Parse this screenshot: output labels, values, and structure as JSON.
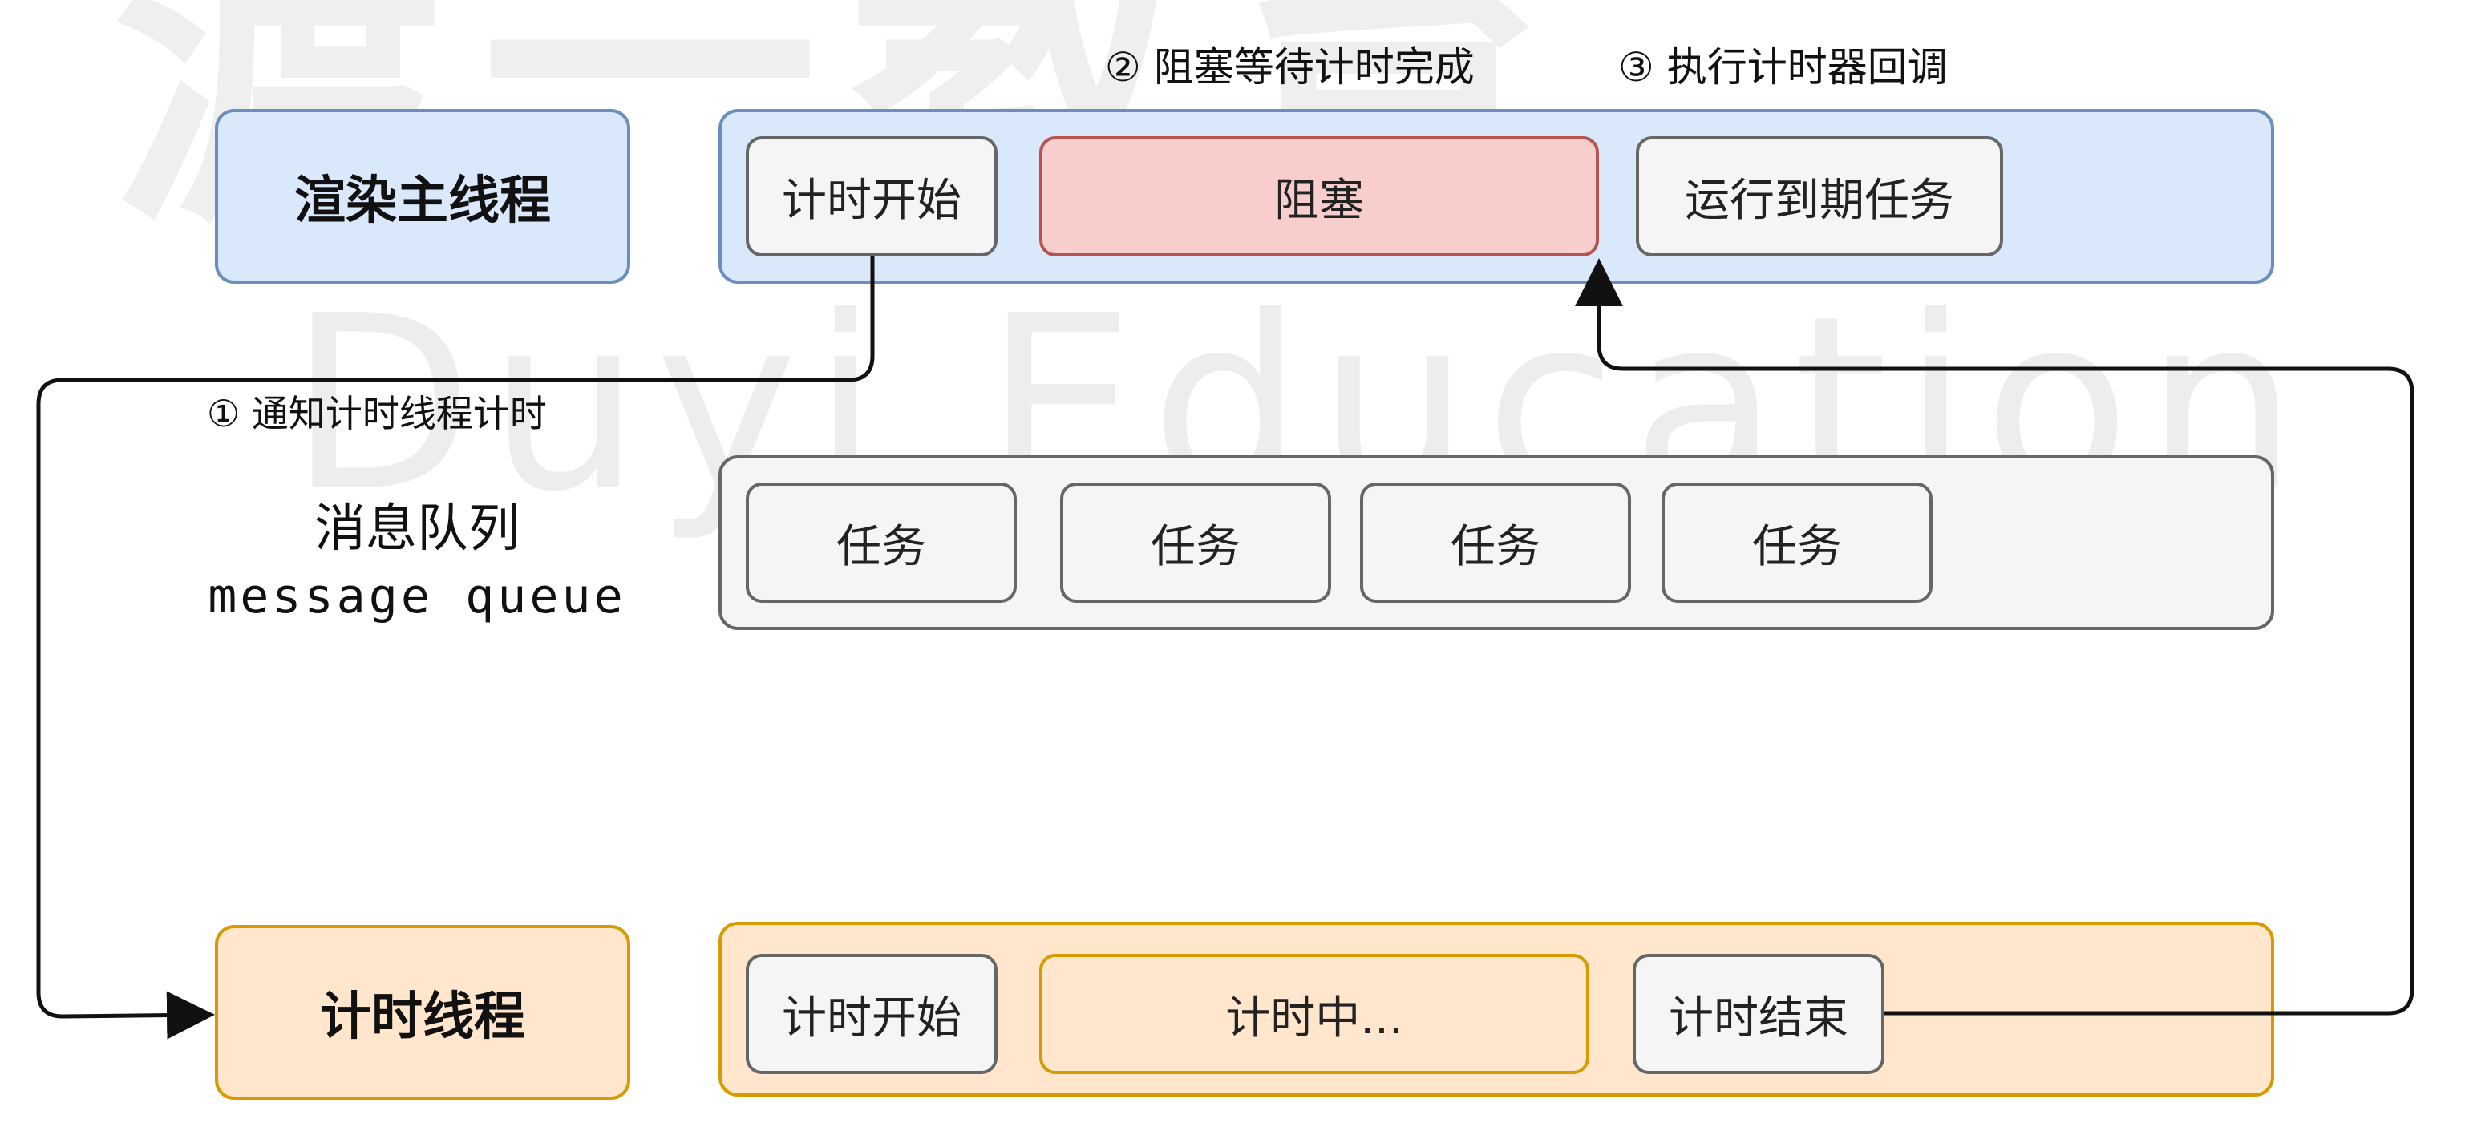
{
  "watermark": {
    "top_text": "渡一教育",
    "bottom_text": "Duyi Education"
  },
  "lanes": {
    "main_thread": {
      "label": "渲染主线程",
      "cells": [
        "计时开始",
        "阻塞",
        "运行到期任务"
      ]
    },
    "message_queue": {
      "label_cn": "消息队列",
      "label_en": "message queue",
      "cells": [
        "任务",
        "任务",
        "任务",
        "任务"
      ]
    },
    "timer_thread": {
      "label": "计时线程",
      "cells": [
        "计时开始",
        "计时中...",
        "计时结束"
      ]
    }
  },
  "steps": {
    "step1": "① 通知计时线程计时",
    "step2": "② 阻塞等待计时完成",
    "step3": "③ 执行计时器回调"
  },
  "colors": {
    "blue_fill": "#dae8fc",
    "blue_stroke": "#6c8ebf",
    "orange_fill": "#ffe6cc",
    "orange_stroke": "#d79b00",
    "gray_fill": "#f5f5f5",
    "gray_stroke": "#666666",
    "red_fill": "#f8cecc",
    "red_stroke": "#b85450"
  }
}
